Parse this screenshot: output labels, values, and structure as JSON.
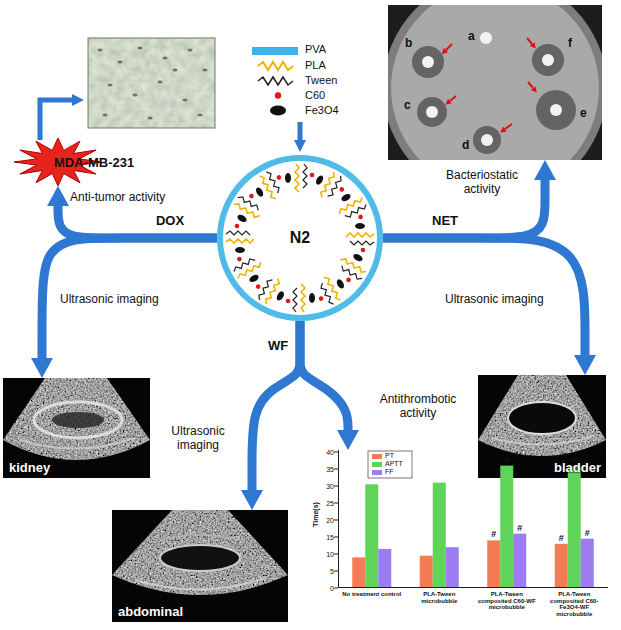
{
  "diagram": {
    "nodes": [
      {
        "text": [
          "MDA-MB-231"
        ]
      },
      {
        "text": [
          "a",
          "b",
          "c",
          "d",
          "e",
          "f"
        ]
      },
      {
        "text": [
          "N2"
        ]
      },
      {
        "text": [
          "kidney"
        ]
      },
      {
        "text": [
          "bladder"
        ]
      },
      {
        "text": [
          "abdominal"
        ]
      },
      {
        "text": [
          "Time(s)"
        ]
      }
    ],
    "edges": [
      {
        "from": 2,
        "to": 0,
        "arrow": "to"
      },
      {
        "from": 2,
        "to": 3,
        "arrow": "to"
      },
      {
        "from": 2,
        "to": 1,
        "arrow": "to"
      },
      {
        "from": 2,
        "to": 4,
        "arrow": "to"
      },
      {
        "from": 2,
        "to": 5,
        "arrow": "to"
      },
      {
        "from": 2,
        "to": 6,
        "arrow": "to"
      }
    ],
    "labels": [
      "DOX",
      "NET",
      "WF",
      "Anti-tumor activity",
      "Ultrasonic imaging",
      "Bacteriostatic activity",
      "Ultrasonic imaging",
      "Ultrasonic imaging",
      "Antithrombotic activity",
      "0",
      "5",
      "10",
      "15",
      "20",
      "25",
      "30",
      "35",
      "40",
      "No treatment control",
      "PLA-Tween microbubble",
      "PLA-Tween composited C60-WF microbubble",
      "PLA-Tween composited C60-Fe3O4-WF microbubble",
      "#",
      "#",
      "#",
      "#",
      "#",
      "#"
    ],
    "legend": [
      {
        "text": "PVA",
        "color": "#3ab4ea"
      },
      {
        "text": "PLA"
      },
      {
        "text": "Tween"
      },
      {
        "text": "C60"
      },
      {
        "text": "Fe3O4"
      },
      {
        "text": "PT",
        "color": "#f47c54"
      },
      {
        "text": "APTT",
        "color": "#5fd35a"
      },
      {
        "text": "FF",
        "color": "#9b7df0"
      }
    ]
  }
}
